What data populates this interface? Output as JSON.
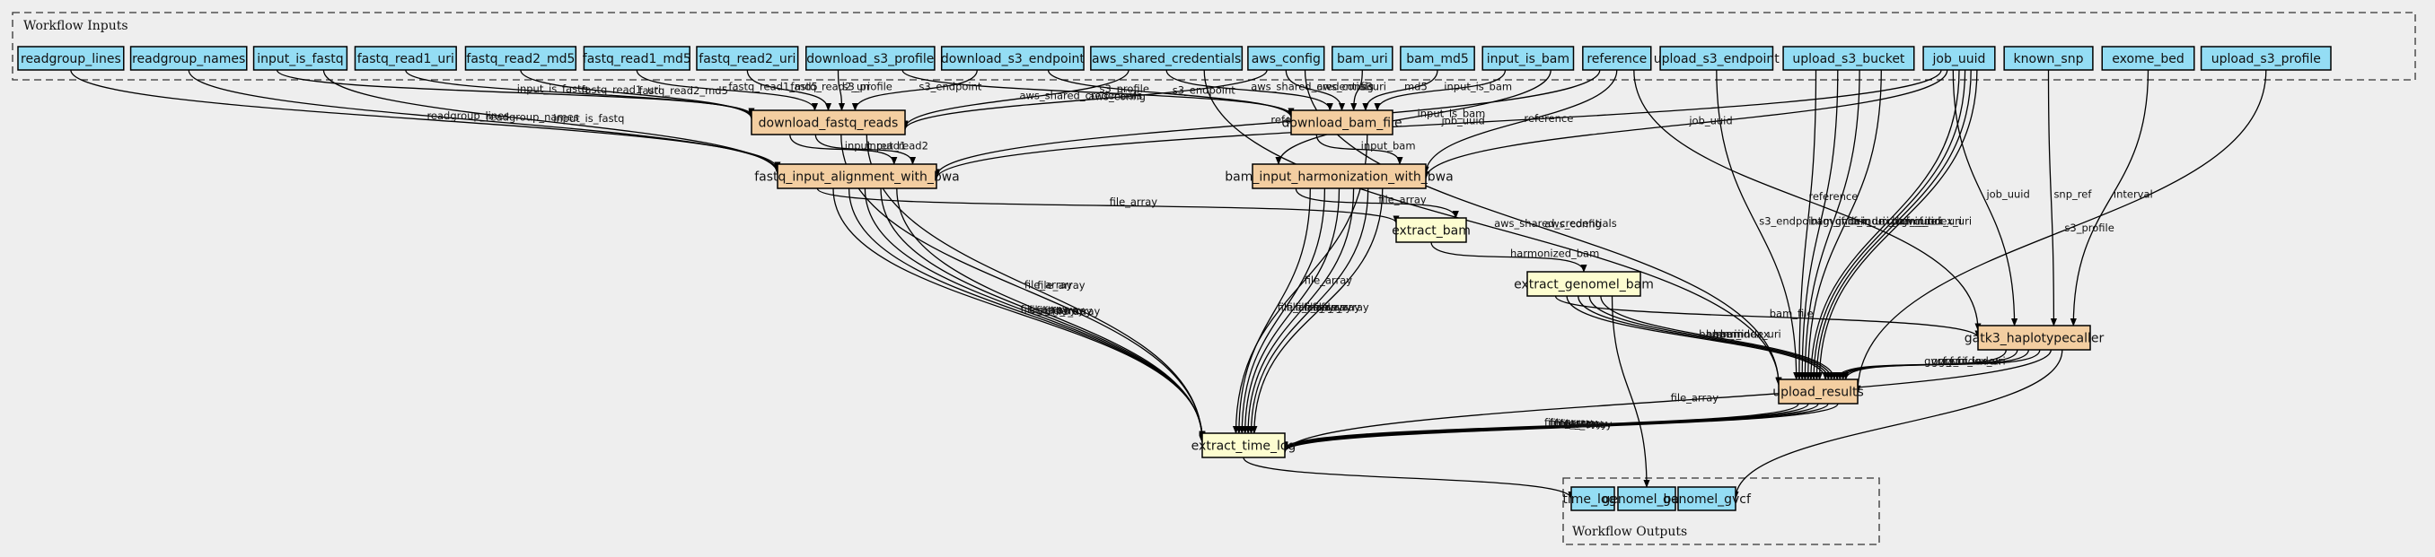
{
  "colors": {
    "background": "#eeeeee",
    "io_node": "#94ddf4",
    "step_node": "#f3cea1",
    "expression_node": "#fdfdd0",
    "border": "#000000"
  },
  "clusters": {
    "inputs": {
      "label": "Workflow Inputs"
    },
    "outputs": {
      "label": "Workflow Outputs"
    }
  },
  "inputs": [
    {
      "id": "readgroup_lines",
      "label": "readgroup_lines"
    },
    {
      "id": "readgroup_names",
      "label": "readgroup_names"
    },
    {
      "id": "input_is_fastq",
      "label": "input_is_fastq"
    },
    {
      "id": "fastq_read1_uri",
      "label": "fastq_read1_uri"
    },
    {
      "id": "fastq_read2_md5",
      "label": "fastq_read2_md5"
    },
    {
      "id": "fastq_read1_md5",
      "label": "fastq_read1_md5"
    },
    {
      "id": "fastq_read2_uri",
      "label": "fastq_read2_uri"
    },
    {
      "id": "download_s3_profile",
      "label": "download_s3_profile"
    },
    {
      "id": "download_s3_endpoint",
      "label": "download_s3_endpoint"
    },
    {
      "id": "aws_shared_credentials",
      "label": "aws_shared_credentials"
    },
    {
      "id": "aws_config",
      "label": "aws_config"
    },
    {
      "id": "bam_uri",
      "label": "bam_uri"
    },
    {
      "id": "bam_md5",
      "label": "bam_md5"
    },
    {
      "id": "input_is_bam",
      "label": "input_is_bam"
    },
    {
      "id": "reference",
      "label": "reference"
    },
    {
      "id": "upload_s3_endpoint",
      "label": "upload_s3_endpoint"
    },
    {
      "id": "upload_s3_bucket",
      "label": "upload_s3_bucket"
    },
    {
      "id": "job_uuid",
      "label": "job_uuid"
    },
    {
      "id": "known_snp",
      "label": "known_snp"
    },
    {
      "id": "exome_bed",
      "label": "exome_bed"
    },
    {
      "id": "upload_s3_profile",
      "label": "upload_s3_profile"
    }
  ],
  "steps": [
    {
      "id": "download_fastq_reads",
      "label": "download_fastq_reads",
      "kind": "step"
    },
    {
      "id": "download_bam_file",
      "label": "download_bam_file",
      "kind": "step"
    },
    {
      "id": "fastq_input_alignment_with_bwa",
      "label": "fastq_input_alignment_with_bwa",
      "kind": "step"
    },
    {
      "id": "bam_input_harmonization_with_bwa",
      "label": "bam_input_harmonization_with_bwa",
      "kind": "step"
    },
    {
      "id": "extract_bam",
      "label": "extract_bam",
      "kind": "expression"
    },
    {
      "id": "extract_genomel_bam",
      "label": "extract_genomel_bam",
      "kind": "expression"
    },
    {
      "id": "gatk3_haplotypecaller",
      "label": "gatk3_haplotypecaller",
      "kind": "step"
    },
    {
      "id": "upload_results",
      "label": "upload_results",
      "kind": "step"
    },
    {
      "id": "extract_time_log",
      "label": "extract_time_log",
      "kind": "expression"
    }
  ],
  "outputs": [
    {
      "id": "time_logs",
      "label": "time_logs"
    },
    {
      "id": "genomel_bam",
      "label": "genomel_bam"
    },
    {
      "id": "genomel_gvcf",
      "label": "genomel_gvcf"
    }
  ],
  "edges": [
    {
      "from": "readgroup_lines",
      "to": "fastq_input_alignment_with_bwa",
      "label": "readgroup_lines"
    },
    {
      "from": "readgroup_names",
      "to": "fastq_input_alignment_with_bwa",
      "label": "readgroup_names"
    },
    {
      "from": "input_is_fastq",
      "to": "download_fastq_reads",
      "label": "input_is_fastq"
    },
    {
      "from": "input_is_fastq",
      "to": "fastq_input_alignment_with_bwa",
      "label": "input_is_fastq"
    },
    {
      "from": "fastq_read1_uri",
      "to": "download_fastq_reads",
      "label": "fastq_read1_uri"
    },
    {
      "from": "fastq_read2_md5",
      "to": "download_fastq_reads",
      "label": "fastq_read2_md5"
    },
    {
      "from": "fastq_read1_md5",
      "to": "download_fastq_reads",
      "label": "fastq_read1_md5"
    },
    {
      "from": "fastq_read2_uri",
      "to": "download_fastq_reads",
      "label": "fastq_read2_uri"
    },
    {
      "from": "download_s3_profile",
      "to": "download_fastq_reads",
      "label": "s3_profile"
    },
    {
      "from": "download_s3_endpoint",
      "to": "download_fastq_reads",
      "label": "s3_endpoint"
    },
    {
      "from": "aws_shared_credentials",
      "to": "download_fastq_reads",
      "label": "aws_shared_credentials"
    },
    {
      "from": "download_s3_profile",
      "to": "download_bam_file",
      "label": "s3_profile"
    },
    {
      "from": "download_s3_endpoint",
      "to": "download_bam_file",
      "label": "s3_endpoint"
    },
    {
      "from": "aws_shared_credentials",
      "to": "download_bam_file",
      "label": "aws_shared_credentials"
    },
    {
      "from": "aws_config",
      "to": "download_fastq_reads",
      "label": "aws_config"
    },
    {
      "from": "aws_config",
      "to": "download_bam_file",
      "label": "aws_config"
    },
    {
      "from": "bam_uri",
      "to": "download_bam_file",
      "label": "s3uri"
    },
    {
      "from": "bam_md5",
      "to": "download_bam_file",
      "label": "md5"
    },
    {
      "from": "input_is_bam",
      "to": "download_bam_file",
      "label": "input_is_bam"
    },
    {
      "from": "input_is_bam",
      "to": "bam_input_harmonization_with_bwa",
      "label": "input_is_bam"
    },
    {
      "from": "reference",
      "to": "fastq_input_alignment_with_bwa",
      "label": "reference"
    },
    {
      "from": "reference",
      "to": "bam_input_harmonization_with_bwa",
      "label": "reference"
    },
    {
      "from": "reference",
      "to": "gatk3_haplotypecaller",
      "label": "reference"
    },
    {
      "from": "job_uuid",
      "to": "fastq_input_alignment_with_bwa",
      "label": "job_uuid"
    },
    {
      "from": "job_uuid",
      "to": "bam_input_harmonization_with_bwa",
      "label": "job_uuid"
    },
    {
      "from": "job_uuid",
      "to": "gatk3_haplotypecaller",
      "label": "job_uuid"
    },
    {
      "from": "download_fastq_reads",
      "to": "fastq_input_alignment_with_bwa",
      "label": "input_read1"
    },
    {
      "from": "download_fastq_reads",
      "to": "fastq_input_alignment_with_bwa",
      "label": "input_read2"
    },
    {
      "from": "download_bam_file",
      "to": "bam_input_harmonization_with_bwa",
      "label": "input_bam"
    },
    {
      "from": "fastq_input_alignment_with_bwa",
      "to": "extract_bam",
      "label": "file_array"
    },
    {
      "from": "bam_input_harmonization_with_bwa",
      "to": "extract_bam",
      "label": "file_array"
    },
    {
      "from": "extract_bam",
      "to": "extract_genomel_bam",
      "label": "harmonized_bam"
    },
    {
      "from": "extract_genomel_bam",
      "to": "gatk3_haplotypecaller",
      "label": "bam_file"
    },
    {
      "from": "known_snp",
      "to": "gatk3_haplotypecaller",
      "label": "snp_ref"
    },
    {
      "from": "exome_bed",
      "to": "gatk3_haplotypecaller",
      "label": "interval"
    },
    {
      "from": "aws_shared_credentials",
      "to": "upload_results",
      "label": "aws_shared_credentials"
    },
    {
      "from": "aws_config",
      "to": "upload_results",
      "label": "aws_config"
    },
    {
      "from": "upload_s3_endpoint",
      "to": "upload_results",
      "label": "s3_endpoint"
    },
    {
      "from": "upload_s3_bucket",
      "to": "upload_results",
      "label": "bam_index_uri"
    },
    {
      "from": "upload_s3_bucket",
      "to": "upload_results",
      "label": "gvcf_uri"
    },
    {
      "from": "upload_s3_bucket",
      "to": "upload_results",
      "label": "gvcf_index_uri"
    },
    {
      "from": "upload_s3_bucket",
      "to": "upload_results",
      "label": "bam_uri"
    },
    {
      "from": "job_uuid",
      "to": "upload_results",
      "label": "gvcf_index_uri"
    },
    {
      "from": "job_uuid",
      "to": "upload_results",
      "label": "bam_uri"
    },
    {
      "from": "job_uuid",
      "to": "upload_results",
      "label": "bam_index_uri"
    },
    {
      "from": "job_uuid",
      "to": "upload_results",
      "label": "gvcf_uri"
    },
    {
      "from": "upload_s3_profile",
      "to": "upload_results",
      "label": "s3_profile"
    },
    {
      "from": "extract_genomel_bam",
      "to": "upload_results",
      "label": "bam_uri"
    },
    {
      "from": "extract_genomel_bam",
      "to": "upload_results",
      "label": "bam_index_uri"
    },
    {
      "from": "extract_genomel_bam",
      "to": "upload_results",
      "label": "bam_index"
    },
    {
      "from": "extract_genomel_bam",
      "to": "upload_results",
      "label": "bam"
    },
    {
      "from": "gatk3_haplotypecaller",
      "to": "upload_results",
      "label": "gvcf_uri"
    },
    {
      "from": "gatk3_haplotypecaller",
      "to": "upload_results",
      "label": "gvcf_index_uri"
    },
    {
      "from": "gatk3_haplotypecaller",
      "to": "upload_results",
      "label": "gvcf"
    },
    {
      "from": "gatk3_haplotypecaller",
      "to": "upload_results",
      "label": "gvcf_index"
    },
    {
      "from": "fastq_input_alignment_with_bwa",
      "to": "extract_time_log",
      "label": "file_array"
    },
    {
      "from": "fastq_input_alignment_with_bwa",
      "to": "extract_time_log",
      "label": "file_array"
    },
    {
      "from": "fastq_input_alignment_with_bwa",
      "to": "extract_time_log",
      "label": "file_array"
    },
    {
      "from": "fastq_input_alignment_with_bwa",
      "to": "extract_time_log",
      "label": "file_array"
    },
    {
      "from": "fastq_input_alignment_with_bwa",
      "to": "extract_time_log",
      "label": "file_array"
    },
    {
      "from": "download_fastq_reads",
      "to": "extract_time_log",
      "label": "file_array"
    },
    {
      "from": "download_fastq_reads",
      "to": "extract_time_log",
      "label": "file_array"
    },
    {
      "from": "download_bam_file",
      "to": "extract_time_log",
      "label": "file_array"
    },
    {
      "from": "bam_input_harmonization_with_bwa",
      "to": "extract_time_log",
      "label": "file_array"
    },
    {
      "from": "bam_input_harmonization_with_bwa",
      "to": "extract_time_log",
      "label": "file_array"
    },
    {
      "from": "bam_input_harmonization_with_bwa",
      "to": "extract_time_log",
      "label": "file_array"
    },
    {
      "from": "bam_input_harmonization_with_bwa",
      "to": "extract_time_log",
      "label": "file_array"
    },
    {
      "from": "bam_input_harmonization_with_bwa",
      "to": "extract_time_log",
      "label": "file_array"
    },
    {
      "from": "bam_input_harmonization_with_bwa",
      "to": "extract_time_log",
      "label": "file_array"
    },
    {
      "from": "upload_results",
      "to": "extract_time_log",
      "label": "file_array"
    },
    {
      "from": "upload_results",
      "to": "extract_time_log",
      "label": "file_array"
    },
    {
      "from": "upload_results",
      "to": "extract_time_log",
      "label": "file_array"
    },
    {
      "from": "upload_results",
      "to": "extract_time_log",
      "label": "file_array"
    },
    {
      "from": "upload_results",
      "to": "extract_time_log",
      "label": "file_array"
    },
    {
      "from": "gatk3_haplotypecaller",
      "to": "extract_time_log",
      "label": "file_array"
    },
    {
      "from": "extract_time_log",
      "to": "time_logs",
      "label": ""
    },
    {
      "from": "extract_genomel_bam",
      "to": "genomel_bam",
      "label": ""
    },
    {
      "from": "gatk3_haplotypecaller",
      "to": "genomel_gvcf",
      "label": ""
    }
  ]
}
